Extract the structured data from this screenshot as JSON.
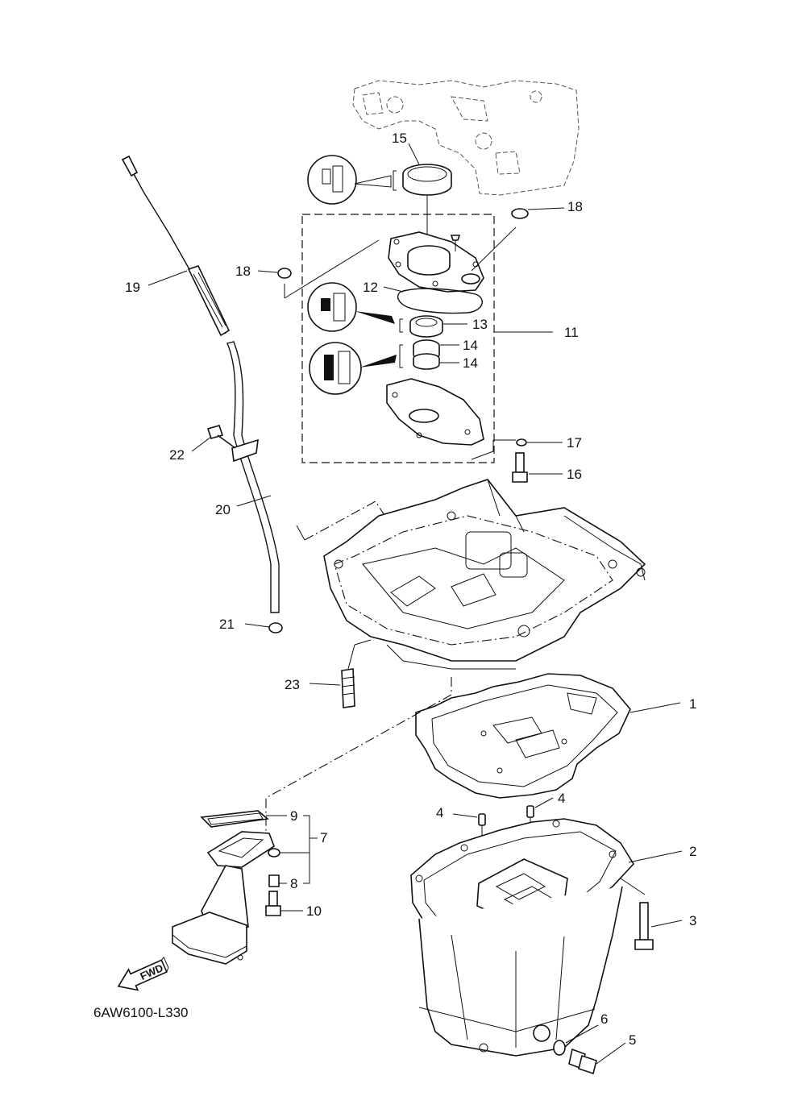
{
  "diagram_code": "6AW6100-L330",
  "fwd_label": "FWD",
  "labels": {
    "p1": "1",
    "p2": "2",
    "p3": "3",
    "p4a": "4",
    "p4b": "4",
    "p5": "5",
    "p6": "6",
    "p7": "7",
    "p8": "8",
    "p9": "9",
    "p10": "10",
    "p11": "11",
    "p12": "12",
    "p13": "13",
    "p14a": "14",
    "p14b": "14",
    "p15": "15",
    "p16": "16",
    "p17": "17",
    "p18a": "18",
    "p18b": "18",
    "p19": "19",
    "p20": "20",
    "p21": "21",
    "p22": "22",
    "p23": "23"
  }
}
